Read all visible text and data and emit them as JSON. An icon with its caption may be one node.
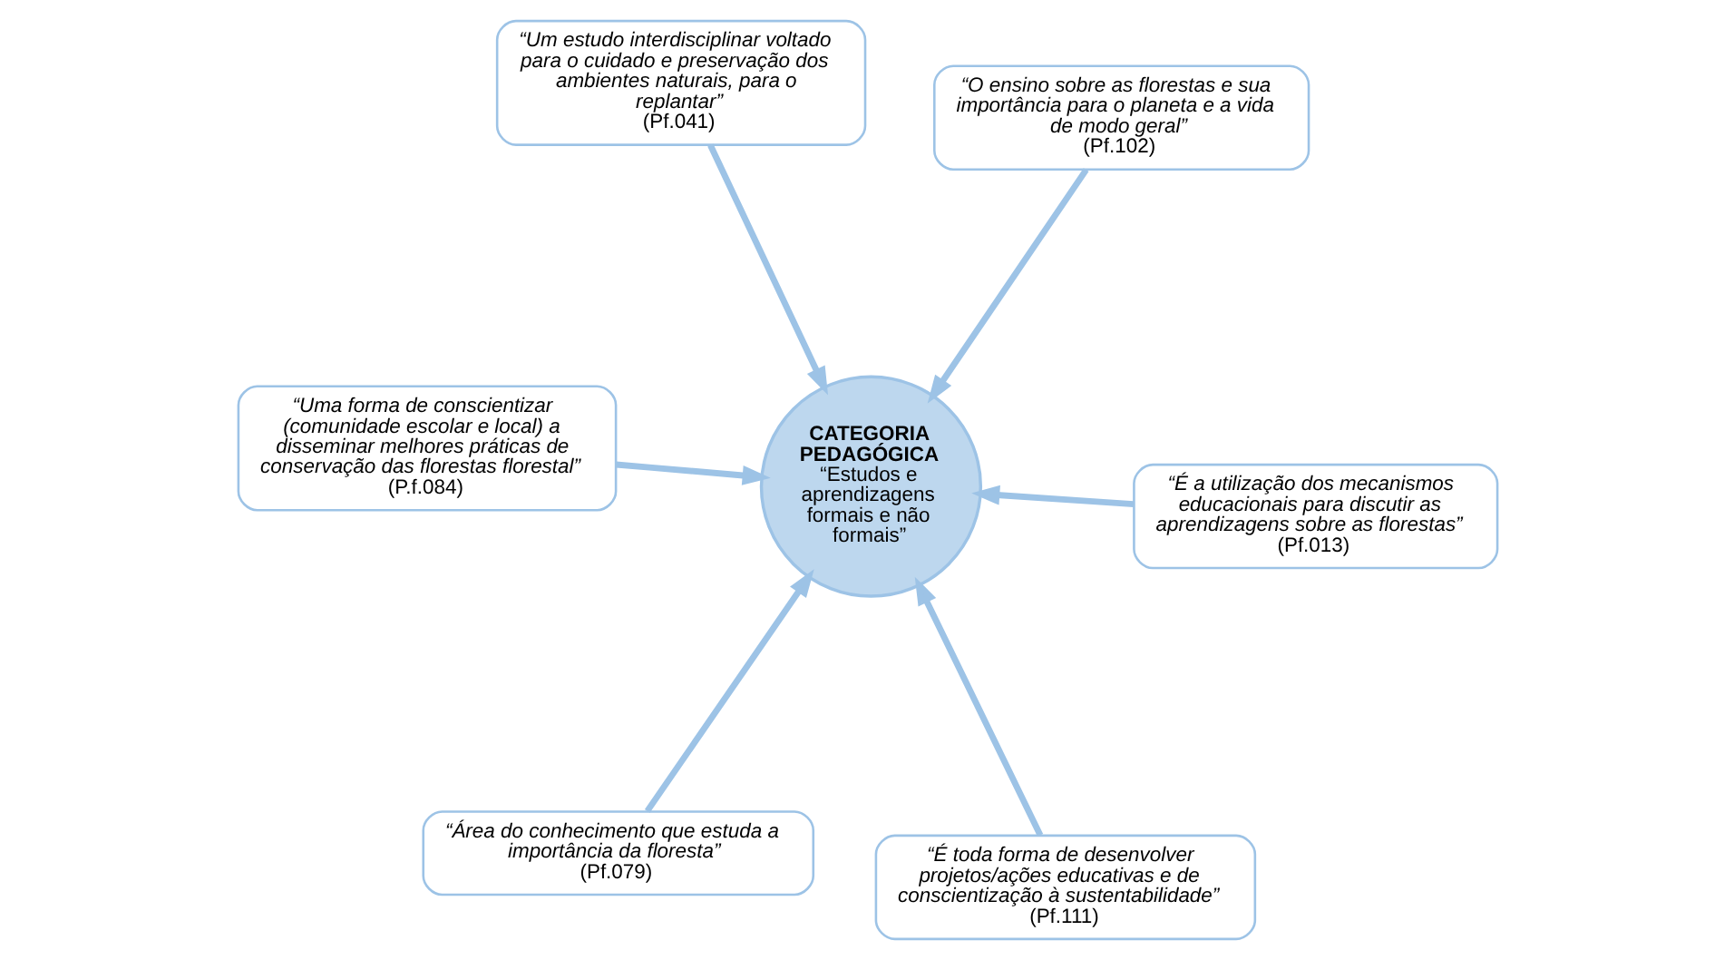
{
  "diagram": {
    "nodes": [
      {
        "text": [
          "“Uma forma de conscientizar (comunidade escolar e local) a disseminar melhores práticas de conservação das florestas florestal”",
          "(P.f.084)"
        ]
      },
      {
        "text": [
          "“É a utilização dos mecanismos educacionais para discutir as aprendizagens sobre as florestas”",
          "(Pf.013)"
        ]
      },
      {
        "text": [
          "“É toda forma de desenvolver projetos/ações educativas e de conscientização à sustentabilidade”",
          "(Pf.111)"
        ]
      },
      {
        "text": [
          "“Um estudo interdisciplinar voltado para o cuidado e preservação dos ambientes naturais, para o replantar”",
          "(Pf.041)"
        ]
      },
      {
        "text": [
          "CATEGORIA PEDAGÓGICA",
          "“Estudos e aprendizagens formais e não formais”"
        ]
      },
      {
        "text": [
          "“O ensino sobre as florestas e sua importância para o planeta e a vida de modo geral”",
          "(Pf.102)"
        ]
      },
      {
        "text": [
          "“Área do conhecimento que estuda a importância da floresta”",
          "(Pf.079)"
        ]
      }
    ],
    "edges": [
      {
        "from": 0,
        "to": 4,
        "arrow": "to"
      },
      {
        "from": 1,
        "to": 4,
        "arrow": "to"
      },
      {
        "from": 2,
        "to": 4,
        "arrow": "to"
      },
      {
        "from": 3,
        "to": 4,
        "arrow": "to"
      },
      {
        "from": 5,
        "to": 4,
        "arrow": "to"
      },
      {
        "from": 6,
        "to": 4,
        "arrow": "to"
      }
    ]
  }
}
